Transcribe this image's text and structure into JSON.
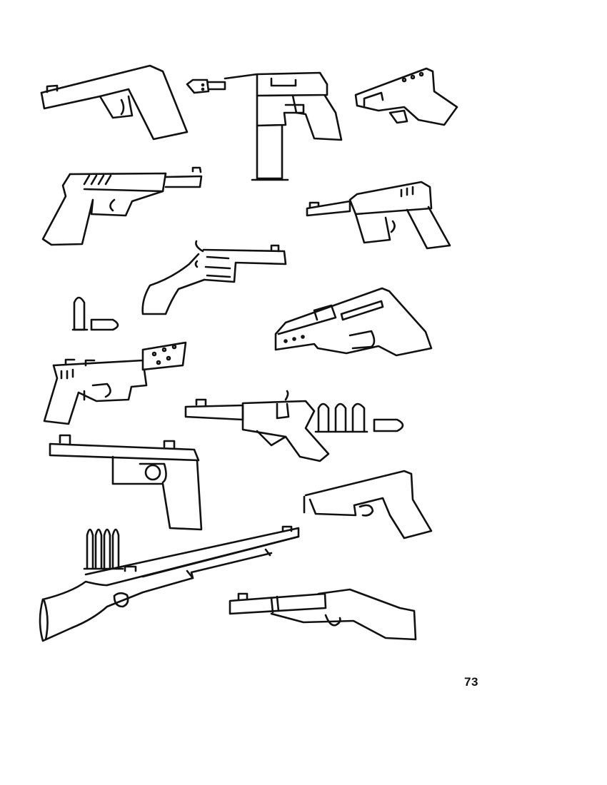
{
  "page": {
    "number": "73",
    "illustrations": [
      {
        "id": "pistol-1",
        "icon": "pistol-icon"
      },
      {
        "id": "submachine-gun",
        "icon": "smg-icon"
      },
      {
        "id": "compact-pistol-1",
        "icon": "pistol-icon"
      },
      {
        "id": "pistol-2",
        "icon": "pistol-icon"
      },
      {
        "id": "machine-pistol",
        "icon": "pistol-icon"
      },
      {
        "id": "revolver-1",
        "icon": "revolver-icon"
      },
      {
        "id": "cartridges-pair",
        "icon": "bullet-icon"
      },
      {
        "id": "compact-pistol-2",
        "icon": "pistol-icon"
      },
      {
        "id": "pistol-3",
        "icon": "pistol-icon"
      },
      {
        "id": "revolver-2-with-cartridges",
        "icon": "revolver-icon"
      },
      {
        "id": "pistol-4",
        "icon": "pistol-icon"
      },
      {
        "id": "compact-pistol-3",
        "icon": "pistol-icon"
      },
      {
        "id": "rifle-with-cartridges",
        "icon": "rifle-icon"
      },
      {
        "id": "shotgun-pistol",
        "icon": "pistol-icon"
      }
    ]
  }
}
